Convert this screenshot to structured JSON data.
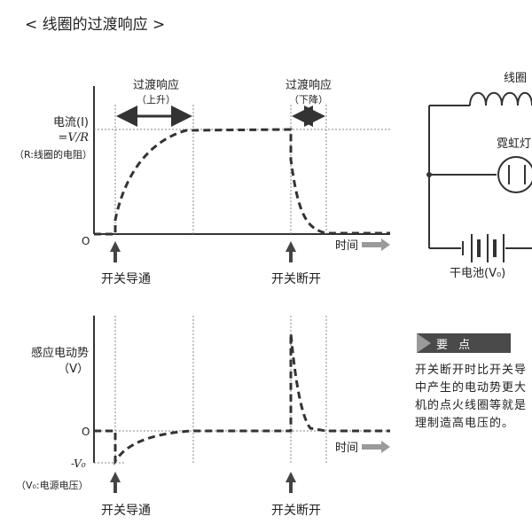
{
  "title": "< 线圈的过渡响应 >",
  "top_chart": {
    "rise_label": "过渡响应",
    "rise_sub": "（上升）",
    "fall_label": "过渡响应",
    "fall_sub": "（下降）",
    "y_label_1": "电流(I)",
    "y_label_2": "=V/R",
    "y_label_3": "（R:线圈的电阻）",
    "origin": "O",
    "x_label": "时间",
    "event_on": "开关导通",
    "event_off": "开关断开"
  },
  "bottom_chart": {
    "y_label_1": "感应电动势",
    "y_label_2": "（V）",
    "zero": "O",
    "neg": "-V₀",
    "note": "（V₀:电源电压）",
    "x_label": "时间",
    "event_on": "开关导通",
    "event_off": "开关断开"
  },
  "circuit": {
    "coil_label": "线圈",
    "lamp_label": "霓虹灯",
    "battery_label": "干电池(V₀)"
  },
  "key_point": {
    "heading": "要 点",
    "lines": [
      "开关断开时比开关导",
      "中产生的电动势更大",
      "机的点火线圈等就是",
      "理制造高电压的。"
    ]
  },
  "colors": {
    "curve": "#333333",
    "axis": "#333333",
    "guide": "#888888",
    "arrow_gray": "#9a9a9a",
    "badge": "#4a4a4a"
  }
}
